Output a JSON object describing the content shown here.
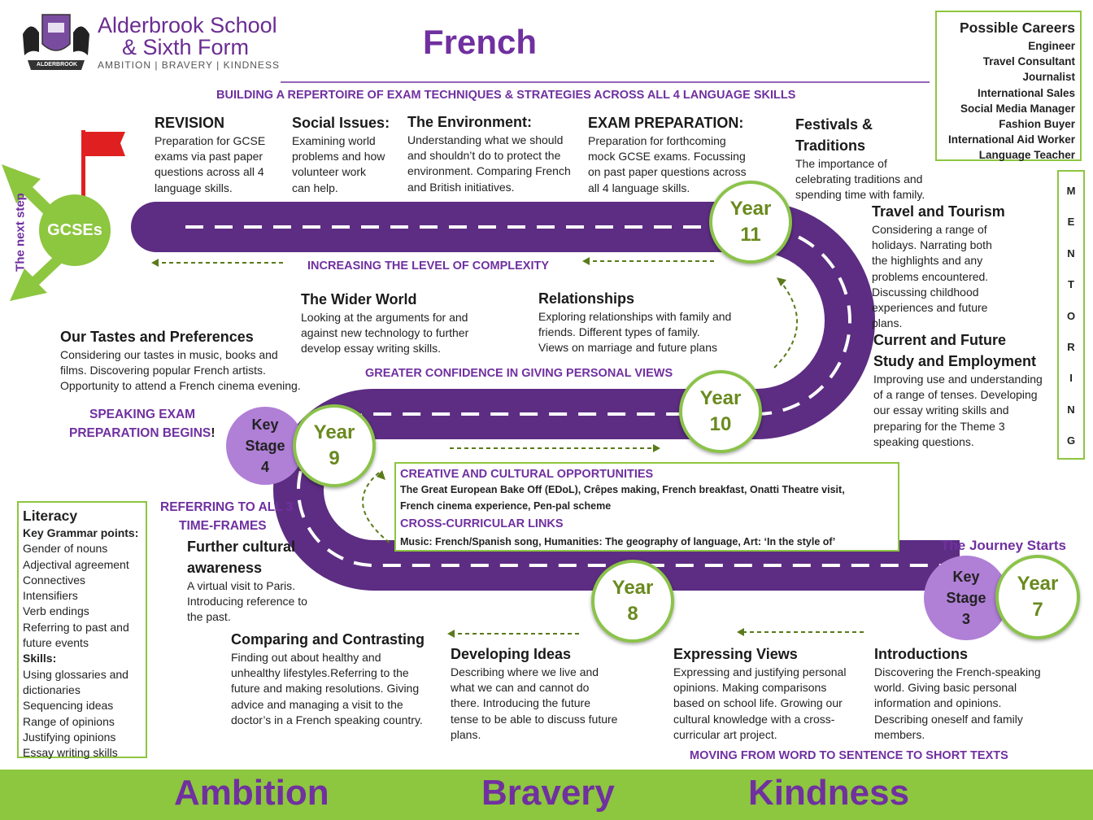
{
  "school": {
    "name_line1": "Alderbrook School",
    "name_line2": "& Sixth Form",
    "motto": "AMBITION | BRAVERY | KINDNESS",
    "crest_text": "ALDERBROOK"
  },
  "title": "French",
  "banners": {
    "top": "BUILDING A REPERTOIRE OF EXAM TECHNIQUES & STRATEGIES ACROSS ALL 4 LANGUAGE SKILLS",
    "complexity": "INCREASING THE LEVEL OF COMPLEXITY",
    "confidence": "GREATER CONFIDENCE IN GIVING PERSONAL VIEWS",
    "speaking_line1": "SPEAKING EXAM",
    "speaking_line2": "PREPARATION BEGINS",
    "speaking_mark": "!",
    "timeframes_line1": "REFERRING TO ALL 3",
    "timeframes_line2": "TIME-FRAMES",
    "word_to_text": "MOVING FROM WORD TO SENTENCE TO SHORT TEXTS",
    "journey_starts": "The Journey Starts"
  },
  "next_step": "The next step",
  "circles": {
    "gcse": "GCSEs",
    "year11": [
      "Year",
      "11"
    ],
    "year10": [
      "Year",
      "10"
    ],
    "year9": [
      "Year",
      "9"
    ],
    "year8": [
      "Year",
      "8"
    ],
    "year7": [
      "Year",
      "7"
    ],
    "ks4": [
      "Key",
      "Stage",
      "4"
    ],
    "ks3": [
      "Key",
      "Stage",
      "3"
    ]
  },
  "topics": {
    "revision": {
      "title": "REVISION",
      "lines": [
        "Preparation for GCSE",
        "exams via past paper",
        "questions across all 4",
        "language skills."
      ]
    },
    "social": {
      "title": "Social Issues:",
      "lines": [
        "Examining world",
        "problems and how",
        "volunteer work",
        "can help."
      ]
    },
    "environment": {
      "title": "The Environment:",
      "lines": [
        "Understanding what we should",
        "and shouldn’t do to protect the",
        "environment.  Comparing French",
        "and British initiatives."
      ]
    },
    "exam_prep": {
      "title": "EXAM PREPARATION:",
      "lines": [
        "Preparation for forthcoming",
        "mock GCSE exams. Focussing",
        "on past paper questions across",
        "all 4 language skills."
      ]
    },
    "festivals": {
      "title_lines": [
        "Festivals &",
        "Traditions"
      ],
      "lines": [
        "The importance of",
        "celebrating traditions and",
        "spending time with family."
      ]
    },
    "travel": {
      "title": "Travel and Tourism",
      "lines": [
        "Considering a range of",
        "holidays. Narrating both",
        "the highlights and any",
        "problems encountered.",
        "Discussing childhood",
        "experiences and future",
        "plans."
      ]
    },
    "study": {
      "title_lines": [
        "Current and Future",
        "Study and Employment"
      ],
      "lines": [
        "Improving use and understanding",
        "of a range of tenses. Developing",
        "our essay writing skills and",
        "preparing for the Theme 3",
        "speaking questions."
      ]
    },
    "wider": {
      "title": "The Wider World",
      "lines": [
        "Looking at the arguments for and",
        "against new technology to further",
        "develop essay writing skills."
      ]
    },
    "relationships": {
      "title": "Relationships",
      "lines": [
        "Exploring relationships with family and",
        "friends. Different types of family.",
        "Views on marriage and future plans"
      ]
    },
    "tastes": {
      "title": "Our Tastes and Preferences",
      "lines": [
        "Considering our tastes in music, books and",
        "films. Discovering popular French artists.",
        "Opportunity to attend a French cinema evening."
      ]
    },
    "cultural": {
      "title_lines": [
        "Further cultural",
        "awareness"
      ],
      "lines": [
        "A virtual visit to Paris.",
        "Introducing reference to",
        "the past."
      ]
    },
    "comparing": {
      "title": "Comparing and Contrasting",
      "lines": [
        "Finding out about healthy and",
        "unhealthy lifestyles.Referring to the",
        "future and making resolutions. Giving",
        "advice and managing a visit to the",
        "doctor’s in a French speaking country."
      ]
    },
    "developing": {
      "title": "Developing Ideas",
      "lines": [
        "Describing where we live and",
        "what we can and cannot do",
        "there. Introducing the future",
        "tense to be able to discuss future",
        "plans."
      ]
    },
    "expressing": {
      "title": "Expressing Views",
      "lines": [
        "Expressing and justifying personal",
        "opinions. Making comparisons",
        "based on school life. Growing our",
        "cultural knowledge with a cross-",
        "curricular art project."
      ]
    },
    "introductions": {
      "title": "Introductions",
      "lines": [
        "Discovering the French-speaking",
        "world.  Giving basic personal",
        "information and opinions.",
        "Describing oneself and family",
        "members."
      ]
    }
  },
  "creative": {
    "heading": "CREATIVE AND CULTURAL OPPORTUNITIES",
    "line1": "The Great European Bake Off (EDoL), Crêpes making, French breakfast, Onatti Theatre visit,",
    "line2": "French cinema experience, Pen-pal scheme",
    "links_heading": "CROSS-CURRICULAR LINKS",
    "links_line": "Music: French/Spanish song, Humanities: The geography of language, Art: ‘In the style of’"
  },
  "careers": {
    "heading": "Possible Careers",
    "items": [
      "Engineer",
      "Travel Consultant",
      "Journalist",
      "International Sales",
      "Social Media Manager",
      "Fashion Buyer",
      "International Aid Worker",
      "Language Teacher"
    ]
  },
  "mentoring": [
    "M",
    "E",
    "N",
    "T",
    "O",
    "R",
    "I",
    "N",
    "G"
  ],
  "literacy": {
    "heading": "Literacy",
    "grammar_heading": "Key Grammar points:",
    "grammar": [
      "Gender of nouns",
      "Adjectival agreement",
      "Connectives",
      "Intensifiers",
      "Verb endings",
      "Referring to past and",
      "future events"
    ],
    "skills_heading": "Skills:",
    "skills": [
      "Using glossaries and",
      "dictionaries",
      "Sequencing ideas",
      "Range of opinions",
      "Justifying opinions",
      "Essay writing skills"
    ]
  },
  "footer": [
    "Ambition",
    "Bravery",
    "Kindness"
  ],
  "colors": {
    "purple": "#5c2d82",
    "green": "#8dc63f",
    "title_purple": "#7030a0",
    "lilac": "#b07fd6"
  }
}
